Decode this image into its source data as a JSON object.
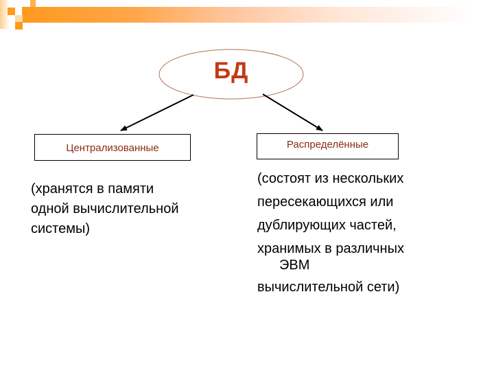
{
  "slide": {
    "colors": {
      "accent_orange": "#ff9a1f",
      "root_text": "#c23a16",
      "ellipse_stroke": "#b07050",
      "box_label_text": "#8a2c12",
      "body_text": "#000000"
    },
    "root": {
      "label": "БД"
    },
    "branches": [
      {
        "label": "Централизованные",
        "description_lines": [
          "(хранятся в памяти",
          "одной вычислительной",
          "системы)"
        ]
      },
      {
        "label": "Распределённые",
        "description_lines": [
          "(состоят из нескольких",
          "пересекающихся или",
          "дублирующих частей,",
          "хранимых в различных",
          "ЭВМ",
          "вычислительной сети)"
        ]
      }
    ]
  }
}
